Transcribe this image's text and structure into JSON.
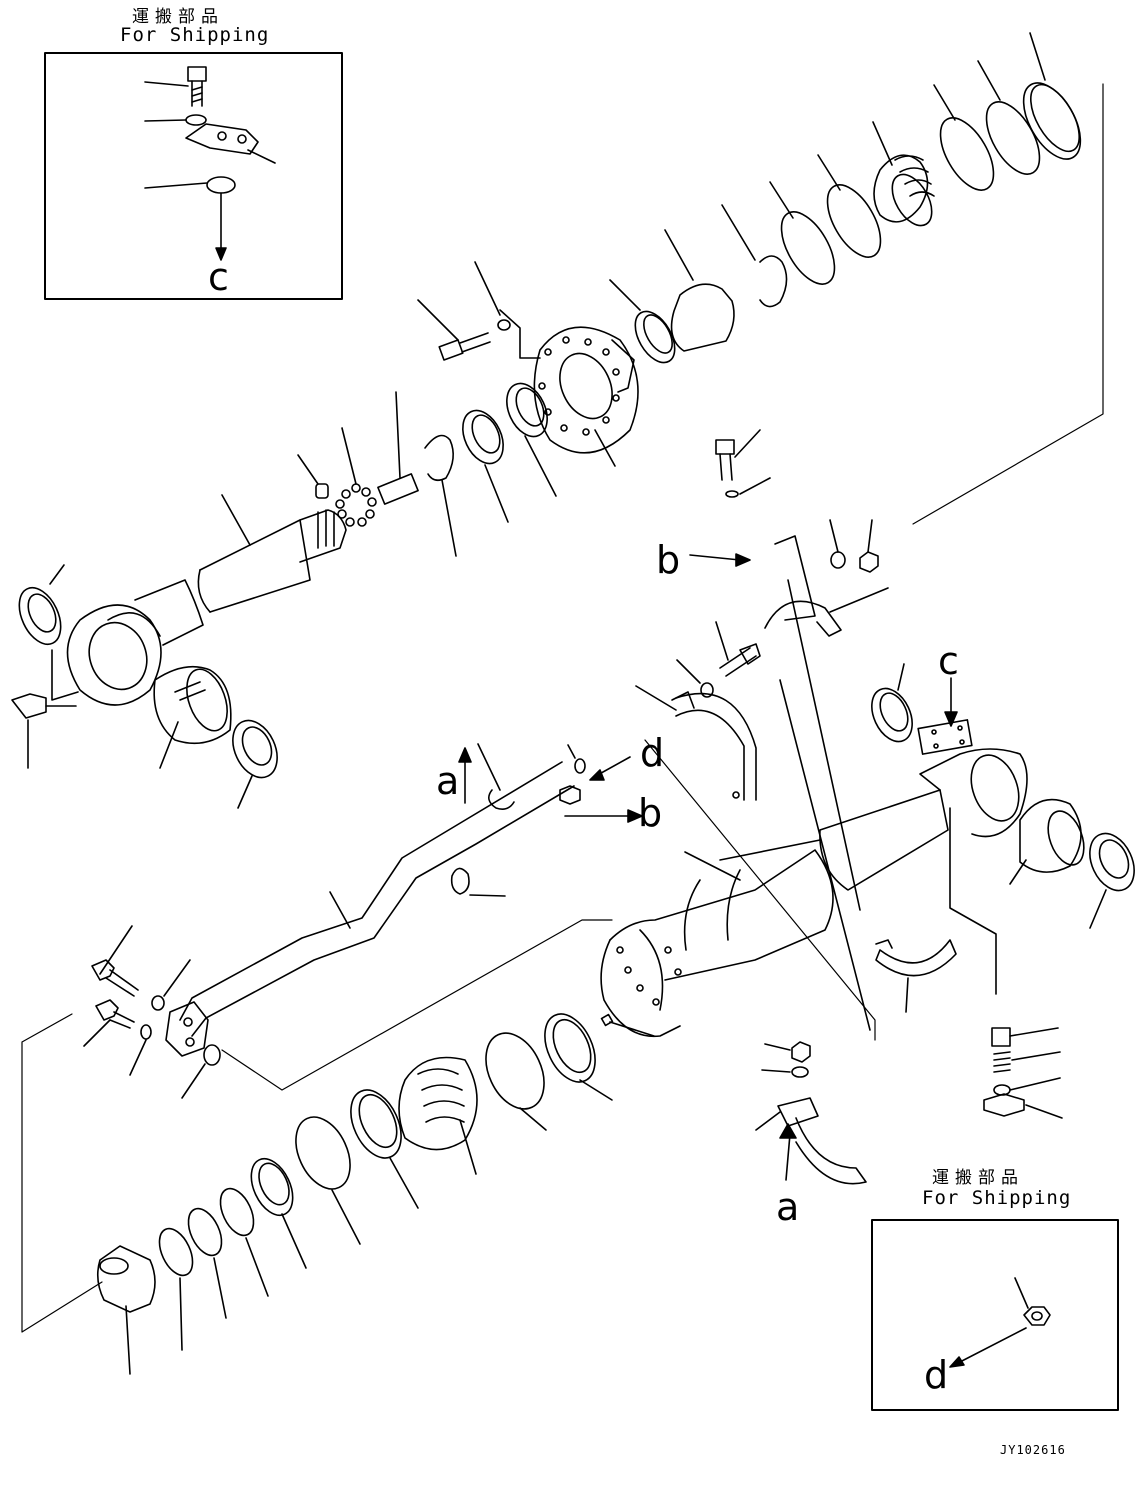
{
  "shipping_box_1": {
    "title_jp": "運搬部品",
    "title_en": "For Shipping",
    "ref": "c"
  },
  "shipping_box_2": {
    "title_jp": "運搬部品",
    "title_en": "For Shipping",
    "ref": "d"
  },
  "callouts": {
    "a": "a",
    "b": "b",
    "c": "c",
    "d": "d"
  },
  "drawing_code": "JY102616"
}
